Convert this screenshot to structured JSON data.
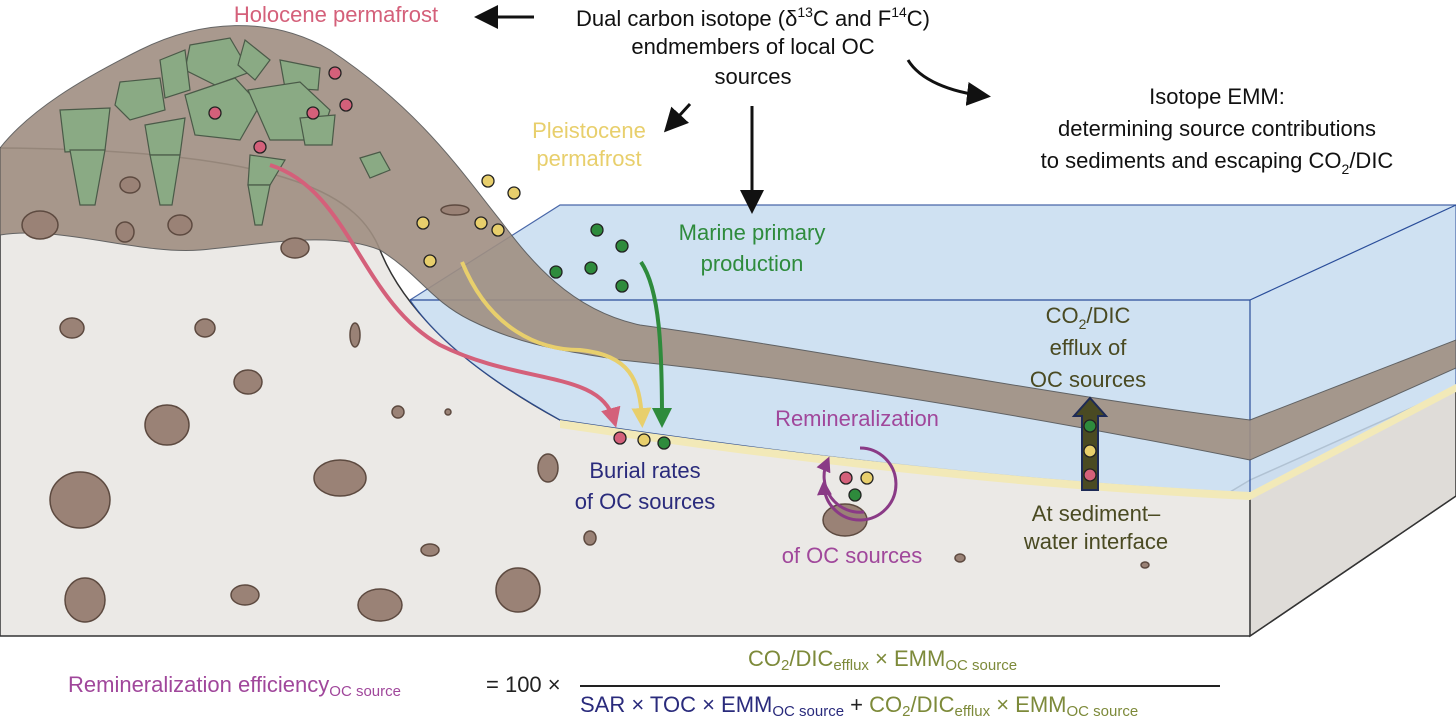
{
  "labels": {
    "holocene": "Holocene permafrost",
    "dual_line1_pre": "Dual carbon isotope (δ",
    "dual_sup1": "13",
    "dual_mid": "C and F",
    "dual_sup2": "14",
    "dual_post": "C)",
    "dual_line2": "endmembers of local OC",
    "dual_line3": "sources",
    "emm_line1": "Isotope EMM:",
    "emm_line2": "determining source contributions",
    "emm_line3_pre": "to sediments and escaping CO",
    "emm_line3_sub": "2",
    "emm_line3_post": "/DIC",
    "pleisto_line1": "Pleistocene",
    "pleisto_line2": "permafrost",
    "marine_line1": "Marine primary",
    "marine_line2": "production",
    "efflux_line1_pre": "CO",
    "efflux_line1_sub": "2",
    "efflux_line1_post": "/DIC",
    "efflux_line2": "efflux of",
    "efflux_line3": "OC sources",
    "remin_line1": "Remineralization",
    "remin_line2": "of OC sources",
    "burial_line1": "Burial rates",
    "burial_line2": "of OC sources",
    "swi_line1": "At sediment–",
    "swi_line2": "water interface"
  },
  "formula": {
    "lhs": "Remineralization efficiency",
    "lhs_sub": "OC source",
    "eq": "= 100 ×",
    "num_a": "CO",
    "num_a_sub": "2",
    "num_b": "/DIC",
    "num_b_sub": "efflux",
    "num_c": " × EMM",
    "num_c_sub": "OC source",
    "den_a": "SAR × TOC × EMM",
    "den_a_sub": "OC source",
    "den_plus": " + ",
    "den_b": "CO",
    "den_b_sub": "2",
    "den_c": "/DIC",
    "den_c_sub": "efflux",
    "den_d": " × EMM",
    "den_d_sub": "OC source"
  },
  "colors": {
    "holocene": "#d4607a",
    "pleistocene": "#e8cf6c",
    "marine": "#2e8b3c",
    "remineralization": "#a0479b",
    "burial": "#2a2b7c",
    "efflux": "#5b5a24",
    "soil": "#a08f82",
    "water": "#c7dcf0",
    "sediment": "#ebe9e6"
  }
}
